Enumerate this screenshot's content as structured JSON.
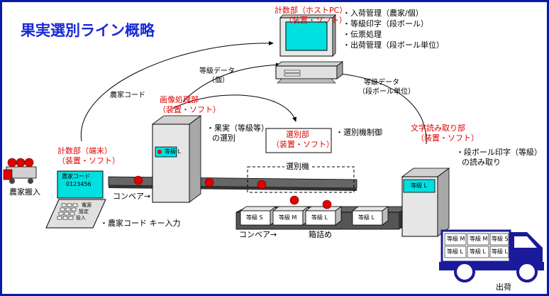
{
  "title": "果実選別ライン概略",
  "host": {
    "name": "計数部（ホストPC）",
    "sub": "（装置・ソフト）",
    "functions": [
      "・入荷管理（農家/個）",
      "・等級印字（段ボール）",
      "・伝票処理",
      "・出荷管理（段ボール単位）"
    ]
  },
  "terminal": {
    "name": "計数部（端末）",
    "sub": "（装置・ソフト）",
    "screen_line1": "農家コード",
    "screen_line2": "0123456",
    "key_labels": [
      "電源",
      "設定",
      "投入"
    ],
    "caption": "・農家コード キー入力"
  },
  "image_proc": {
    "name": "画像処理部",
    "sub": "（装置・ソフト）",
    "note1": "・果実（等級等）",
    "note2": "の選別",
    "grade_label": "等級 L"
  },
  "sorting": {
    "name": "選別部",
    "sub": "（装置・ソフト）",
    "note": "・選別機制御",
    "machine_label": "選別機"
  },
  "ocr": {
    "name": "文字読み取り部",
    "sub": "（装置・ソフト）",
    "note1": "・段ボール印字（等級）",
    "note2": "の読み取り",
    "grade_label": "等級 L"
  },
  "flows": {
    "farmer_code": "農家コード",
    "grade_data_1": "等級データ",
    "grade_data_1b": "（個）",
    "grade_data_2": "等級データ",
    "grade_data_2b": "（段ボール単位）"
  },
  "labels": {
    "farmer_intake": "農家搬入",
    "conveyor_1": "コンベア→",
    "conveyor_2": "コンベア→",
    "packing": "箱詰め",
    "shipping": "出荷"
  },
  "boxes": [
    "等級 S",
    "等級 M",
    "等級 L",
    "等級 L"
  ],
  "truck_cargo": [
    "等級 M",
    "等級 M",
    "等級 S",
    "等級 L",
    "等級 L",
    "等級 L"
  ],
  "colors": {
    "border": "#0a1aa8",
    "title": "#1a2ad6",
    "accent_red": "#e00000",
    "truck_blue": "#1a1a9a",
    "screen_cyan": "#00e0e0"
  }
}
